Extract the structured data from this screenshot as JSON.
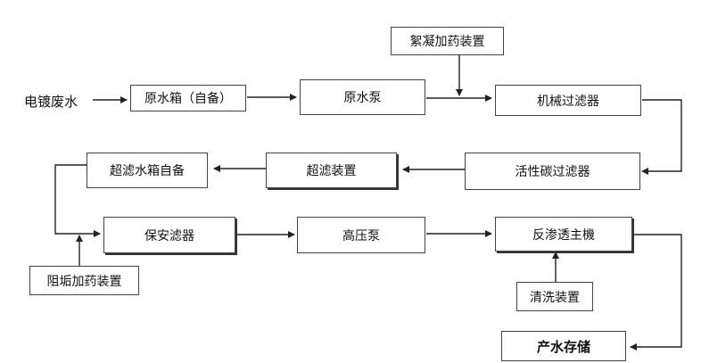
{
  "source_label": "电镀废水",
  "nodes": {
    "raw_tank": "原水箱（自备）",
    "raw_pump": "原水泵",
    "flocculant_dosing": "絮凝加药装置",
    "mech_filter": "机械过滤器",
    "carbon_filter": "活性碳过滤器",
    "uf_device": "超滤装置",
    "uf_tank": "超滤水箱自备",
    "security_filter": "保安滤器",
    "hp_pump": "高压泵",
    "ro_unit": "反渗透主機",
    "antiscalant_dosing": "阻垢加药装置",
    "cleaning_device": "清洗装置",
    "product_storage": "产水存储"
  },
  "colors": {
    "line": "#222222",
    "border": "#444444"
  }
}
